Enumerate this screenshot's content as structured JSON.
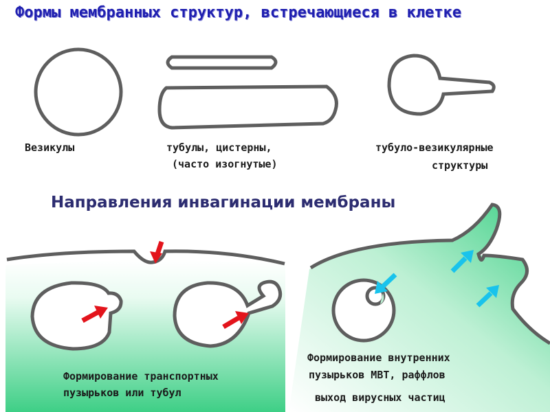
{
  "title": "Формы мембранных структур, встречающиеся в клетке",
  "labels": {
    "vesicles": "Везикулы",
    "tubules_line1": "тубулы, цистерны,",
    "tubules_line2": "(часто изогнутые)",
    "tubulovesicular_line1": "тубуло-везикулярные",
    "tubulovesicular_line2": "структуры"
  },
  "subtitle": "Направления инвагинации мембраны",
  "captions": {
    "transport_line1": "Формирование транспортных",
    "transport_line2": "пузырьков или тубул",
    "mvb_line1": "Формирование внутренних",
    "mvb_line2": "пузырьков МВТ, раффлов",
    "virus": "выход вирусных частиц"
  },
  "colors": {
    "membrane": "#5e5e5e",
    "cytoplasm_green": "#3ecf86",
    "arrow_red": "#e3141c",
    "arrow_cyan": "#19c3ec",
    "title_blue": "#1f1fb0",
    "subtitle_navy": "#2c2c70"
  }
}
